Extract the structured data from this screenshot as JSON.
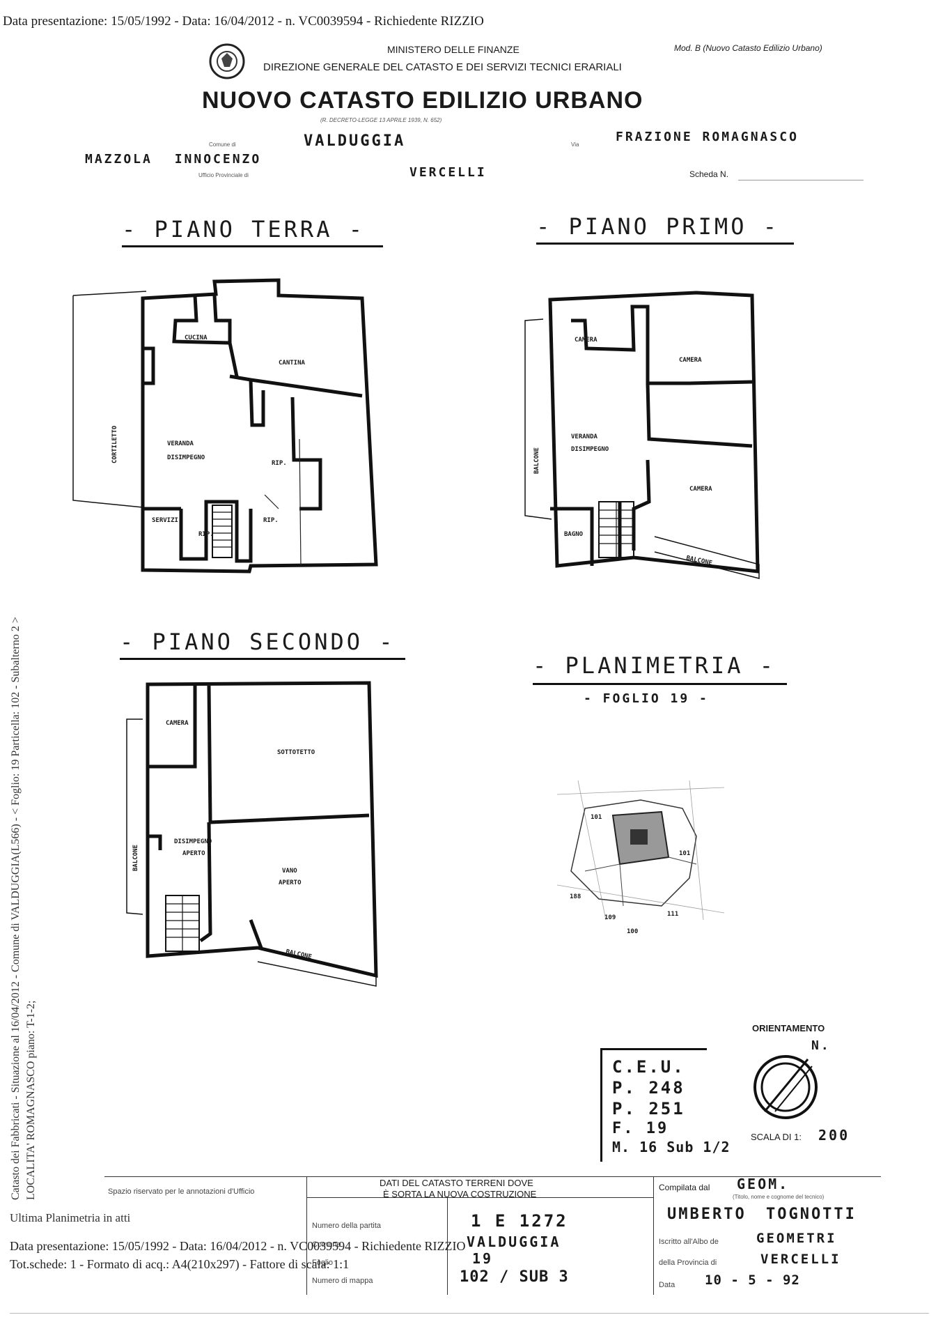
{
  "header": {
    "top_line": "Data presentazione: 15/05/1992 - Data: 16/04/2012 - n. VC0039594 - Richiedente RIZZIO",
    "ministry": "MINISTERO DELLE FINANZE",
    "direction": "DIREZIONE GENERALE DEL CATASTO E DEI SERVIZI TECNICI ERARIALI",
    "model": "Mod. B (Nuovo Catasto Edilizio Urbano)",
    "title": "NUOVO CATASTO EDILIZIO URBANO",
    "decree": "(R. DECRETO-LEGGE 13 APRILE 1939, N. 652)",
    "comune_label": "Comune di",
    "comune_value": "VALDUGGIA",
    "via_label": "Via",
    "via_value": "FRAZIONE ROMAGNASCO",
    "owner_value": "MAZZOLA INNOCENZO",
    "province_label": "Ufficio Provinciale di",
    "province_value": "VERCELLI",
    "scheda_label": "Scheda N."
  },
  "floors": {
    "terra": {
      "title": "- PIANO TERRA -",
      "rooms": [
        "CUCINA",
        "CANTINA",
        "VERANDA",
        "DISIMPEGNO",
        "RIP.",
        "SERVIZI",
        "RIP.",
        "RIP.",
        "CORTILETTO"
      ]
    },
    "primo": {
      "title": "- PIANO PRIMO -",
      "rooms": [
        "CAMERA",
        "CAMERA",
        "VERANDA",
        "DISIMPEGNO",
        "CAMERA",
        "BAGNO",
        "BALCONE",
        "BALCONE"
      ]
    },
    "secondo": {
      "title": "- PIANO SECONDO -",
      "rooms": [
        "CAMERA",
        "SOTTOTETTO",
        "DISIMPEGNO",
        "APERTO",
        "VANO",
        "APERTO",
        "BALCONE",
        "BALCONE"
      ]
    }
  },
  "planimetria": {
    "title": "- PLANIMETRIA -",
    "foglio": "- FOGLIO 19 -",
    "parcels": [
      "101",
      "101",
      "188",
      "109",
      "111",
      "100"
    ]
  },
  "sidebar": {
    "line1": "Catasto dei Fabbricati - Situazione al 16/04/2012 - Comune di VALDUGGIA(L566) - < Foglio: 19 Particella: 102 - Subalterno 2 >",
    "line2": "LOCALITA' ROMAGNASCO piano: T-1-2;"
  },
  "ceu_box": {
    "lines": [
      "C.E.U.",
      "P. 248",
      "P. 251",
      "F. 19",
      "M. 16 Sub 1/2"
    ]
  },
  "orientation": {
    "label": "ORIENTAMENTO",
    "north": "N.",
    "scale_label": "SCALA DI 1:",
    "scale_value": "200"
  },
  "footer": {
    "office_note": "Spazio riservato per le annotazioni d'Ufficio",
    "dati_title_1": "DATI DEL CATASTO TERRENI DOVE",
    "dati_title_2": "È SORTA LA NUOVA COSTRUZIONE",
    "partita_label": "Numero della partita",
    "partita_value": "1 E 1272",
    "comune_label": "Comune",
    "comune_value": "VALDUGGIA",
    "foglio_label": "Foglio",
    "foglio_value": "19",
    "mappa_label": "Numero di mappa",
    "mappa_value": "102 / SUB 3",
    "compilata_label": "Compilata dal",
    "compilata_value": "GEOM.",
    "compilata_sub": "(Titolo, nome e cognome del tecnico)",
    "tecnico": "UMBERTO TOGNOTTI",
    "albo_label": "Iscritto all'Albo de",
    "albo_value": "GEOMETRI",
    "provincia_label": "della Provincia di",
    "provincia_value": "VERCELLI",
    "data_label": "Data",
    "data_value": "10 - 5 - 92",
    "ultima": "Ultima Planimetria in atti",
    "bottom_line1": "Data presentazione: 15/05/1992 - Data: 16/04/2012 - n. VC0039594 - Richiedente RIZZIO",
    "bottom_line2": "Tot.schede: 1 - Formato di acq.: A4(210x297) - Fattore di scala: 1:1"
  }
}
